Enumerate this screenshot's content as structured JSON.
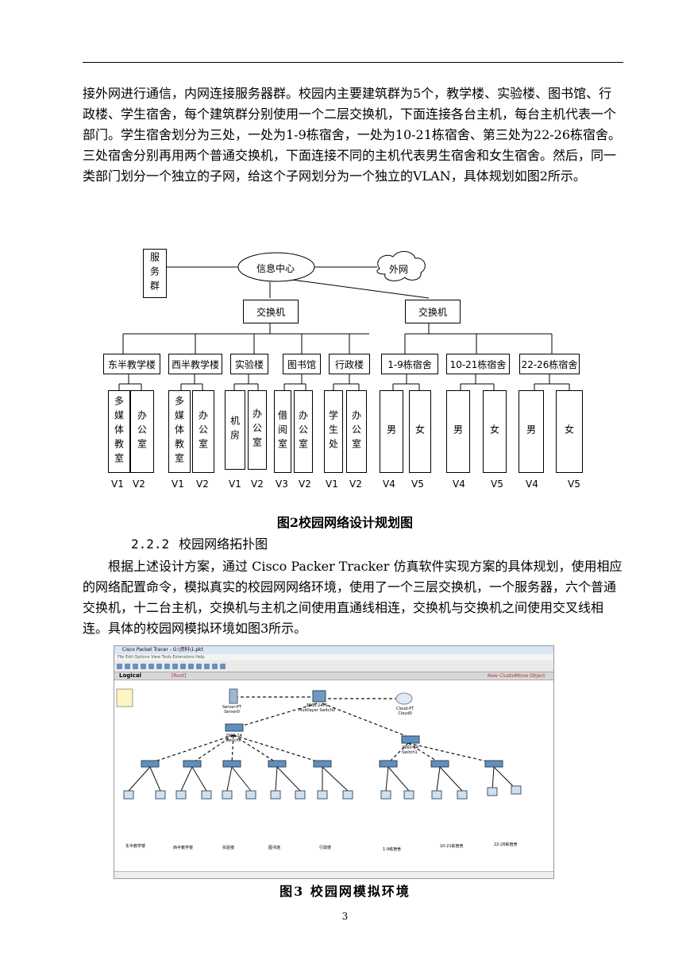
{
  "para1": "接外网进行通信，内网连接服务器群。校园内主要建筑群为5个，教学楼、实验楼、图书馆、行政楼、学生宿舍，每个建筑群分别使用一个二层交换机，下面连接各台主机，每台主机代表一个部门。学生宿舍划分为三处，一处为1-9栋宿舍，一处为10-21栋宿舍、第三处为22-26栋宿舍。三处宿舍分别再用两个普通交换机，下面连接不同的主机代表男生宿舍和女生宿舍。然后，同一类部门划分一个独立的子网，给这个子网划分为一个独立的VLAN，具体规划如图2所示。",
  "fig2": {
    "server_group": "服务群",
    "info_center": "信息中心",
    "external": "外网",
    "switch1": "交换机",
    "switch2": "交换机",
    "buildings": [
      "东半教学楼",
      "西半教学楼",
      "实验楼",
      "图书馆",
      "行政楼",
      "1-9栋宿舍",
      "10-21栋宿舍",
      "22-26栋宿舍"
    ],
    "depts": [
      "多媒体教室",
      "办公室",
      "多媒体教室",
      "办公室",
      "机房",
      "办公室",
      "借阅室",
      "办公室",
      "学生处",
      "办公室",
      "男",
      "女",
      "男",
      "女",
      "男",
      "女"
    ],
    "vlans": [
      "V1",
      "V2",
      "V1",
      "V2",
      "V1",
      "V2",
      "V3",
      "V2",
      "V1",
      "V2",
      "V4",
      "V5",
      "V4",
      "V5",
      "V4",
      "V5"
    ],
    "caption": "图2校园网络设计规划图"
  },
  "section": {
    "num": "2.2.2",
    "title": "校园网络拓扑图"
  },
  "para2": "根据上述设计方案，通过 Cisco Packer Tracker 仿真软件实现方案的具体规划，使用相应的网络配置命令，模拟真实的校园网网络环境，使用了一个三层交换机，一个服务器，六个普通交换机，十二台主机，交换机与主机之间使用直通线相连，交换机与交换机之间使用交叉线相连。具体的校园网模拟环境如图3所示。",
  "pt": {
    "title": "Cisco Packet Tracer - G:\\资料\\1.pkt",
    "menu": "File  Edit  Options  View  Tools  Extensions  Help",
    "logical": "Logical",
    "root": "[Root]",
    "new_cluster": "New Cluster",
    "move_object": "Move Object",
    "server": "Server-PT\nServer0",
    "multilayer": "3560-24PS\nMultilayer Switch0",
    "cloud": "Cloud-PT\nCloud0",
    "sw0": "2960-24\nSwitch0",
    "sw1": "2960-24\nSwitch1",
    "buildings": [
      "东半教学楼",
      "西半教学楼",
      "实验楼",
      "图书馆",
      "行政楼",
      "1-9栋宿舍",
      "10-21栋宿舍",
      "22-26栋宿舍"
    ]
  },
  "caption3": "图3 校园网模拟环境",
  "page_number": "3"
}
